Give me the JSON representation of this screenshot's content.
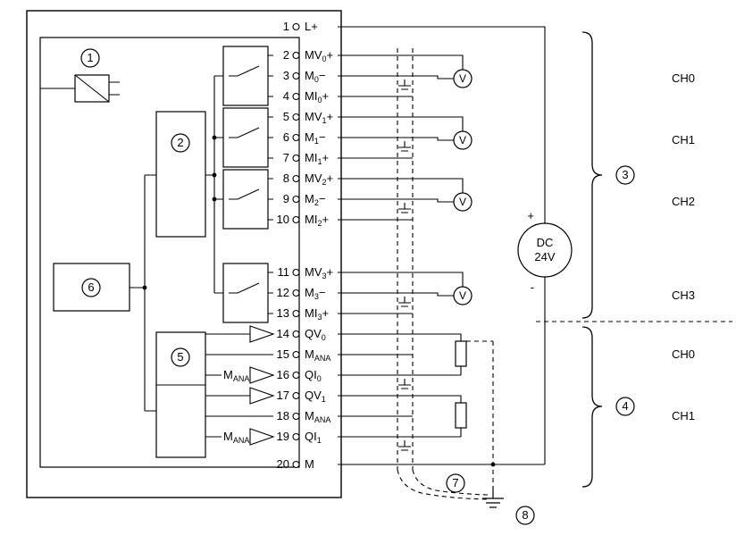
{
  "module": {
    "terminals": [
      {
        "n": "1",
        "base": "L+",
        "sub": "",
        "suf": ""
      },
      {
        "n": "2",
        "base": "MV",
        "sub": "0",
        "suf": "+"
      },
      {
        "n": "3",
        "base": "M",
        "sub": "0",
        "suf": "−"
      },
      {
        "n": "4",
        "base": "MI",
        "sub": "0",
        "suf": "+"
      },
      {
        "n": "5",
        "base": "MV",
        "sub": "1",
        "suf": "+"
      },
      {
        "n": "6",
        "base": "M",
        "sub": "1",
        "suf": "−"
      },
      {
        "n": "7",
        "base": "MI",
        "sub": "1",
        "suf": "+"
      },
      {
        "n": "8",
        "base": "MV",
        "sub": "2",
        "suf": "+"
      },
      {
        "n": "9",
        "base": "M",
        "sub": "2",
        "suf": "−"
      },
      {
        "n": "10",
        "base": "MI",
        "sub": "2",
        "suf": "+"
      },
      {
        "n": "11",
        "base": "MV",
        "sub": "3",
        "suf": "+"
      },
      {
        "n": "12",
        "base": "M",
        "sub": "3",
        "suf": "−"
      },
      {
        "n": "13",
        "base": "MI",
        "sub": "3",
        "suf": "+"
      },
      {
        "n": "14",
        "base": "QV",
        "sub": "0",
        "suf": ""
      },
      {
        "n": "15",
        "base": "M",
        "sub": "ANA",
        "suf": ""
      },
      {
        "n": "16",
        "base": "QI",
        "sub": "0",
        "suf": ""
      },
      {
        "n": "17",
        "base": "QV",
        "sub": "1",
        "suf": ""
      },
      {
        "n": "18",
        "base": "M",
        "sub": "ANA",
        "suf": ""
      },
      {
        "n": "19",
        "base": "QI",
        "sub": "1",
        "suf": ""
      },
      {
        "n": "20",
        "base": "M",
        "sub": "",
        "suf": ""
      }
    ],
    "amp_ref": {
      "base": "M",
      "sub": "ANA"
    }
  },
  "refs": {
    "r1": "1",
    "r2": "2",
    "r3": "3",
    "r4": "4",
    "r5": "5",
    "r6": "6",
    "r7": "7",
    "r8": "8"
  },
  "meter": {
    "label": "V"
  },
  "dc": {
    "plus": "+",
    "name": "DC",
    "voltage": "24V",
    "minus": "-"
  },
  "channels_in": [
    "CH0",
    "CH1",
    "CH2",
    "CH3"
  ],
  "channels_out": [
    "CH0",
    "CH1"
  ]
}
